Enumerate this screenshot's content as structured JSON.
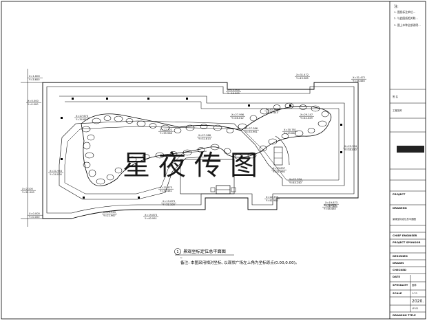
{
  "notes": {
    "title": "注:",
    "items": [
      "1. 图纸标注单位...",
      "2. 与此图纸相关联...",
      "3. 图上本种全部说明..."
    ]
  },
  "figure": {
    "number": "1",
    "title": "景观坐标定位总平面图",
    "scale_label": "1:",
    "remark": "备注: 本图采用相对坐标, 以观状广场左上角为坐标原点(0.00,0.00)。"
  },
  "watermark": "星夜传图",
  "coords": [
    {
      "x": "X=1.600",
      "y": "Y=3.600"
    },
    {
      "x": "X=0.000",
      "y": "Y=0.000"
    },
    {
      "x": "X=10.600",
      "y": "Y=16.000"
    },
    {
      "x": "X=31.472",
      "y": "Y=43.985"
    },
    {
      "x": "X=31.472",
      "y": "Y=38.465"
    },
    {
      "x": "X=27.673",
      "y": "Y=34.651"
    },
    {
      "x": "X=27.996",
      "y": "Y=46.012"
    },
    {
      "x": "X=29.183",
      "y": "Y=41.443"
    },
    {
      "x": "X=29.147",
      "y": "Y=42.029"
    },
    {
      "x": "X=27.322",
      "y": "Y=35.968"
    },
    {
      "x": "X=27.966",
      "y": "Y=32.813"
    },
    {
      "x": "X=27.386",
      "y": "Y=33.961"
    },
    {
      "x": "X=30.781",
      "y": "Y=43.645"
    },
    {
      "x": "X=23.394",
      "y": "Y=38.480"
    },
    {
      "x": "X=21.953",
      "y": "Y=24.000"
    },
    {
      "x": "X=21.873",
      "y": "Y=33.481"
    },
    {
      "x": "X=23.837",
      "y": "Y=41.960"
    },
    {
      "x": "X=22.954",
      "y": "Y=44.240"
    },
    {
      "x": "X=2.100",
      "y": "Y=21.000"
    },
    {
      "x": "X=19.873",
      "y": "Y=31.100"
    },
    {
      "x": "X=22.249",
      "y": "Y=22.967"
    },
    {
      "x": "X=19.873",
      "y": "Y=40.991"
    },
    {
      "x": "X=22.395",
      "y": "Y=41.980"
    },
    {
      "x": "X=19.873",
      "y": "Y=47.485"
    },
    {
      "x": "X=0.000",
      "y": "Y=0.000"
    },
    {
      "x": "X=19.873",
      "y": "Y=48.485"
    }
  ],
  "title_block": {
    "sign_label": "签 名",
    "client_label": "工程名称",
    "project_label": "PROJECT",
    "drawing_label": "DRAWING",
    "drawing_title": "景观坐标定位总平面图",
    "chief_engineer": "CHIEF ENGINEER",
    "project_sponsor": "PROJECT SPONSOR",
    "designed": "DESIGNED",
    "drawn": "DRAWN",
    "checked": "CHECKED",
    "date_label": "DATE",
    "specialty": "SPECIALTY",
    "specialty_value": "园林",
    "scale": "SCALE",
    "scale_value": "1:70",
    "date_value": "2020.",
    "drawing_no": "DRAWING TITLE",
    "drawing_no_value": "LP-01"
  }
}
